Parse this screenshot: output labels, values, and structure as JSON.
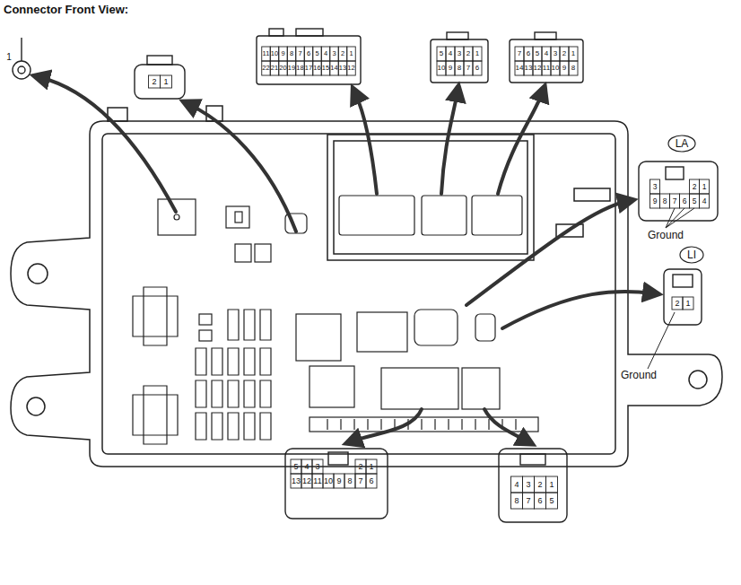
{
  "diagram": {
    "title": "Connector Front View:",
    "nodes": [
      {
        "text": [
          "LA"
        ]
      },
      {
        "text": [
          "LI"
        ]
      }
    ],
    "labels": [
      "1",
      "2",
      "1",
      "11",
      "10",
      "9",
      "8",
      "7",
      "6",
      "5",
      "4",
      "3",
      "2",
      "1",
      "22",
      "21",
      "20",
      "19",
      "18",
      "17",
      "16",
      "15",
      "14",
      "13",
      "12",
      "5",
      "4",
      "3",
      "2",
      "1",
      "10",
      "9",
      "8",
      "7",
      "6",
      "7",
      "6",
      "5",
      "4",
      "3",
      "2",
      "1",
      "14",
      "13",
      "12",
      "11",
      "10",
      "9",
      "8",
      "3",
      "2",
      "1",
      "9",
      "8",
      "7",
      "6",
      "5",
      "4",
      "Ground",
      "2",
      "1",
      "Ground",
      "5",
      "4",
      "3",
      "2",
      "1",
      "13",
      "12",
      "11",
      "10",
      "9",
      "8",
      "7",
      "6",
      "4",
      "3",
      "2",
      "1",
      "8",
      "7",
      "6",
      "5"
    ]
  }
}
